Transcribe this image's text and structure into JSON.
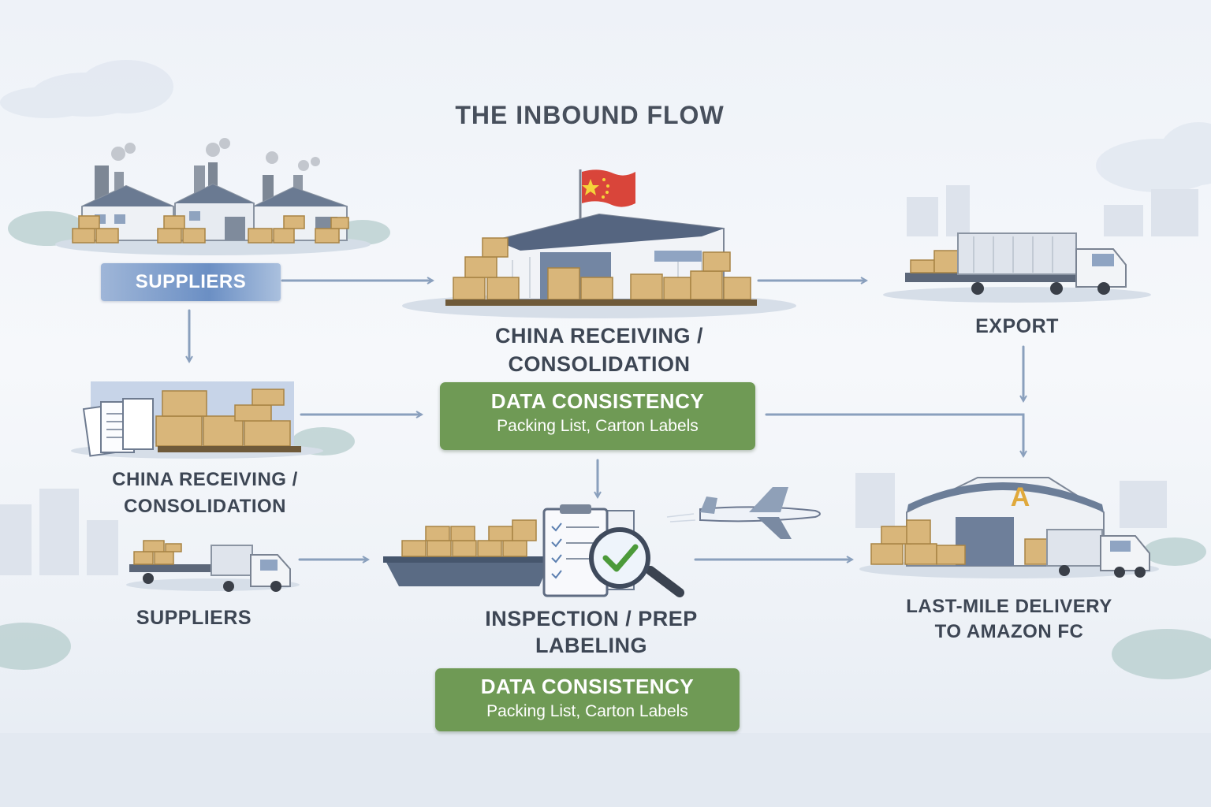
{
  "title": "THE INBOUND FLOW",
  "nodes": {
    "suppliers_top": "SUPPLIERS",
    "china_top_line1": "CHINA RECEIVING /",
    "china_top_line2": "CONSOLIDATION",
    "export": "EXPORT",
    "china_left_line1": "CHINA RECEIVING /",
    "china_left_line2": "CONSOLIDATION",
    "suppliers_bottom": "SUPPLIERS",
    "inspection_line1": "INSPECTION / PREP",
    "inspection_line2": "LABELING",
    "lastmile_line1": "LAST-MILE DELIVERY",
    "lastmile_line2": "TO AMAZON FC"
  },
  "data_consistency_top": {
    "title": "DATA CONSISTENCY",
    "subtitle": "Packing List, Carton Labels"
  },
  "data_consistency_bottom": {
    "title": "DATA CONSISTENCY",
    "subtitle": "Packing List, Carton Labels"
  },
  "amazon_sign": "A",
  "colors": {
    "arrow": "#8aa0bd",
    "green_box": "#6f9a55",
    "supplier_box": "#6b8fc4",
    "flag_red": "#d9453a",
    "flag_star": "#f5d33a",
    "box_tan": "#d9b67a"
  },
  "icons": [
    "factory-icon",
    "warehouse-icon",
    "flag-icon",
    "truck-icon",
    "documents-icon",
    "ship-icon",
    "airplane-icon",
    "clipboard-icon",
    "magnifier-check-icon",
    "amazon-warehouse-icon"
  ]
}
